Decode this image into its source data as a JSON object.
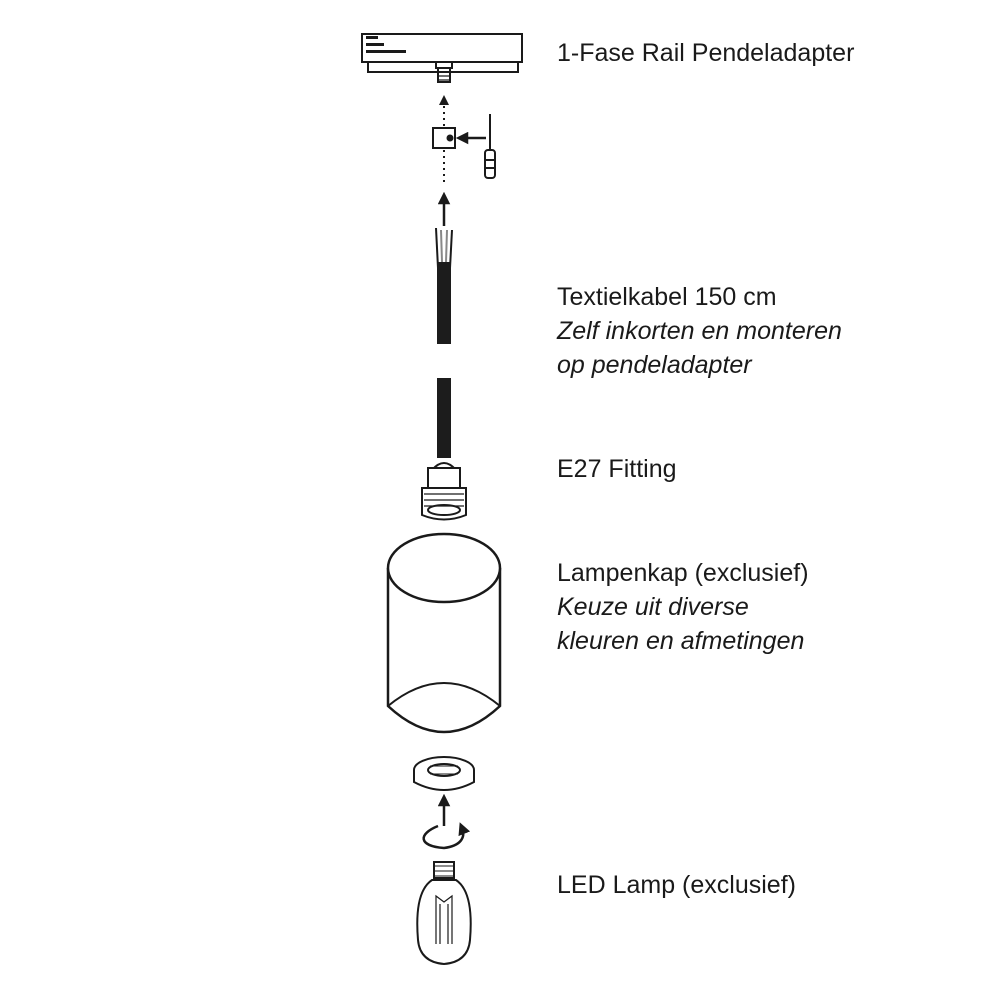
{
  "labels": {
    "rail_adapter": {
      "title": "1-Fase Rail Pendeladapter"
    },
    "cable": {
      "title": "Textielkabel 150 cm",
      "note_1": "Zelf inkorten en monteren",
      "note_2": "op pendeladapter"
    },
    "fitting": {
      "title": "E27 Fitting"
    },
    "shade": {
      "title": "Lampenkap (exclusief)",
      "note_1": "Keuze uit diverse",
      "note_2": "kleuren en afmetingen"
    },
    "bulb": {
      "title": "LED Lamp (exclusief)"
    }
  },
  "colors": {
    "line": "#1a1a1a",
    "cable": "#1c1c1c",
    "background": "#ffffff"
  }
}
